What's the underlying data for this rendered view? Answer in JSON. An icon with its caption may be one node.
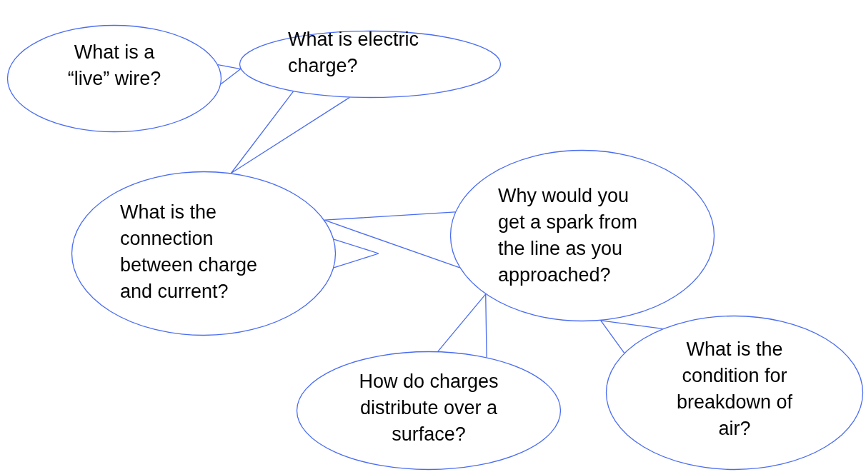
{
  "diagram": {
    "nodes": [
      {
        "text": [
          "What is a “live” wire?"
        ]
      },
      {
        "text": [
          "What is electric charge?"
        ]
      },
      {
        "text": [
          "What is the connection between charge and current?"
        ]
      },
      {
        "text": [
          "Why would you get a spark from the line as you approached?"
        ]
      },
      {
        "text": [
          "How do charges distribute over a surface?"
        ]
      },
      {
        "text": [
          "What is the condition for breakdown of air?"
        ]
      }
    ],
    "edges": [
      {
        "from": 0,
        "to": 1,
        "arrow": "none"
      },
      {
        "from": 1,
        "to": 2,
        "arrow": "none"
      },
      {
        "from": 3,
        "to": 2,
        "arrow": "none"
      },
      {
        "from": 2,
        "to": null,
        "arrow": "none"
      },
      {
        "from": 4,
        "to": 3,
        "arrow": "none"
      },
      {
        "from": 5,
        "to": 3,
        "arrow": "none"
      }
    ]
  }
}
